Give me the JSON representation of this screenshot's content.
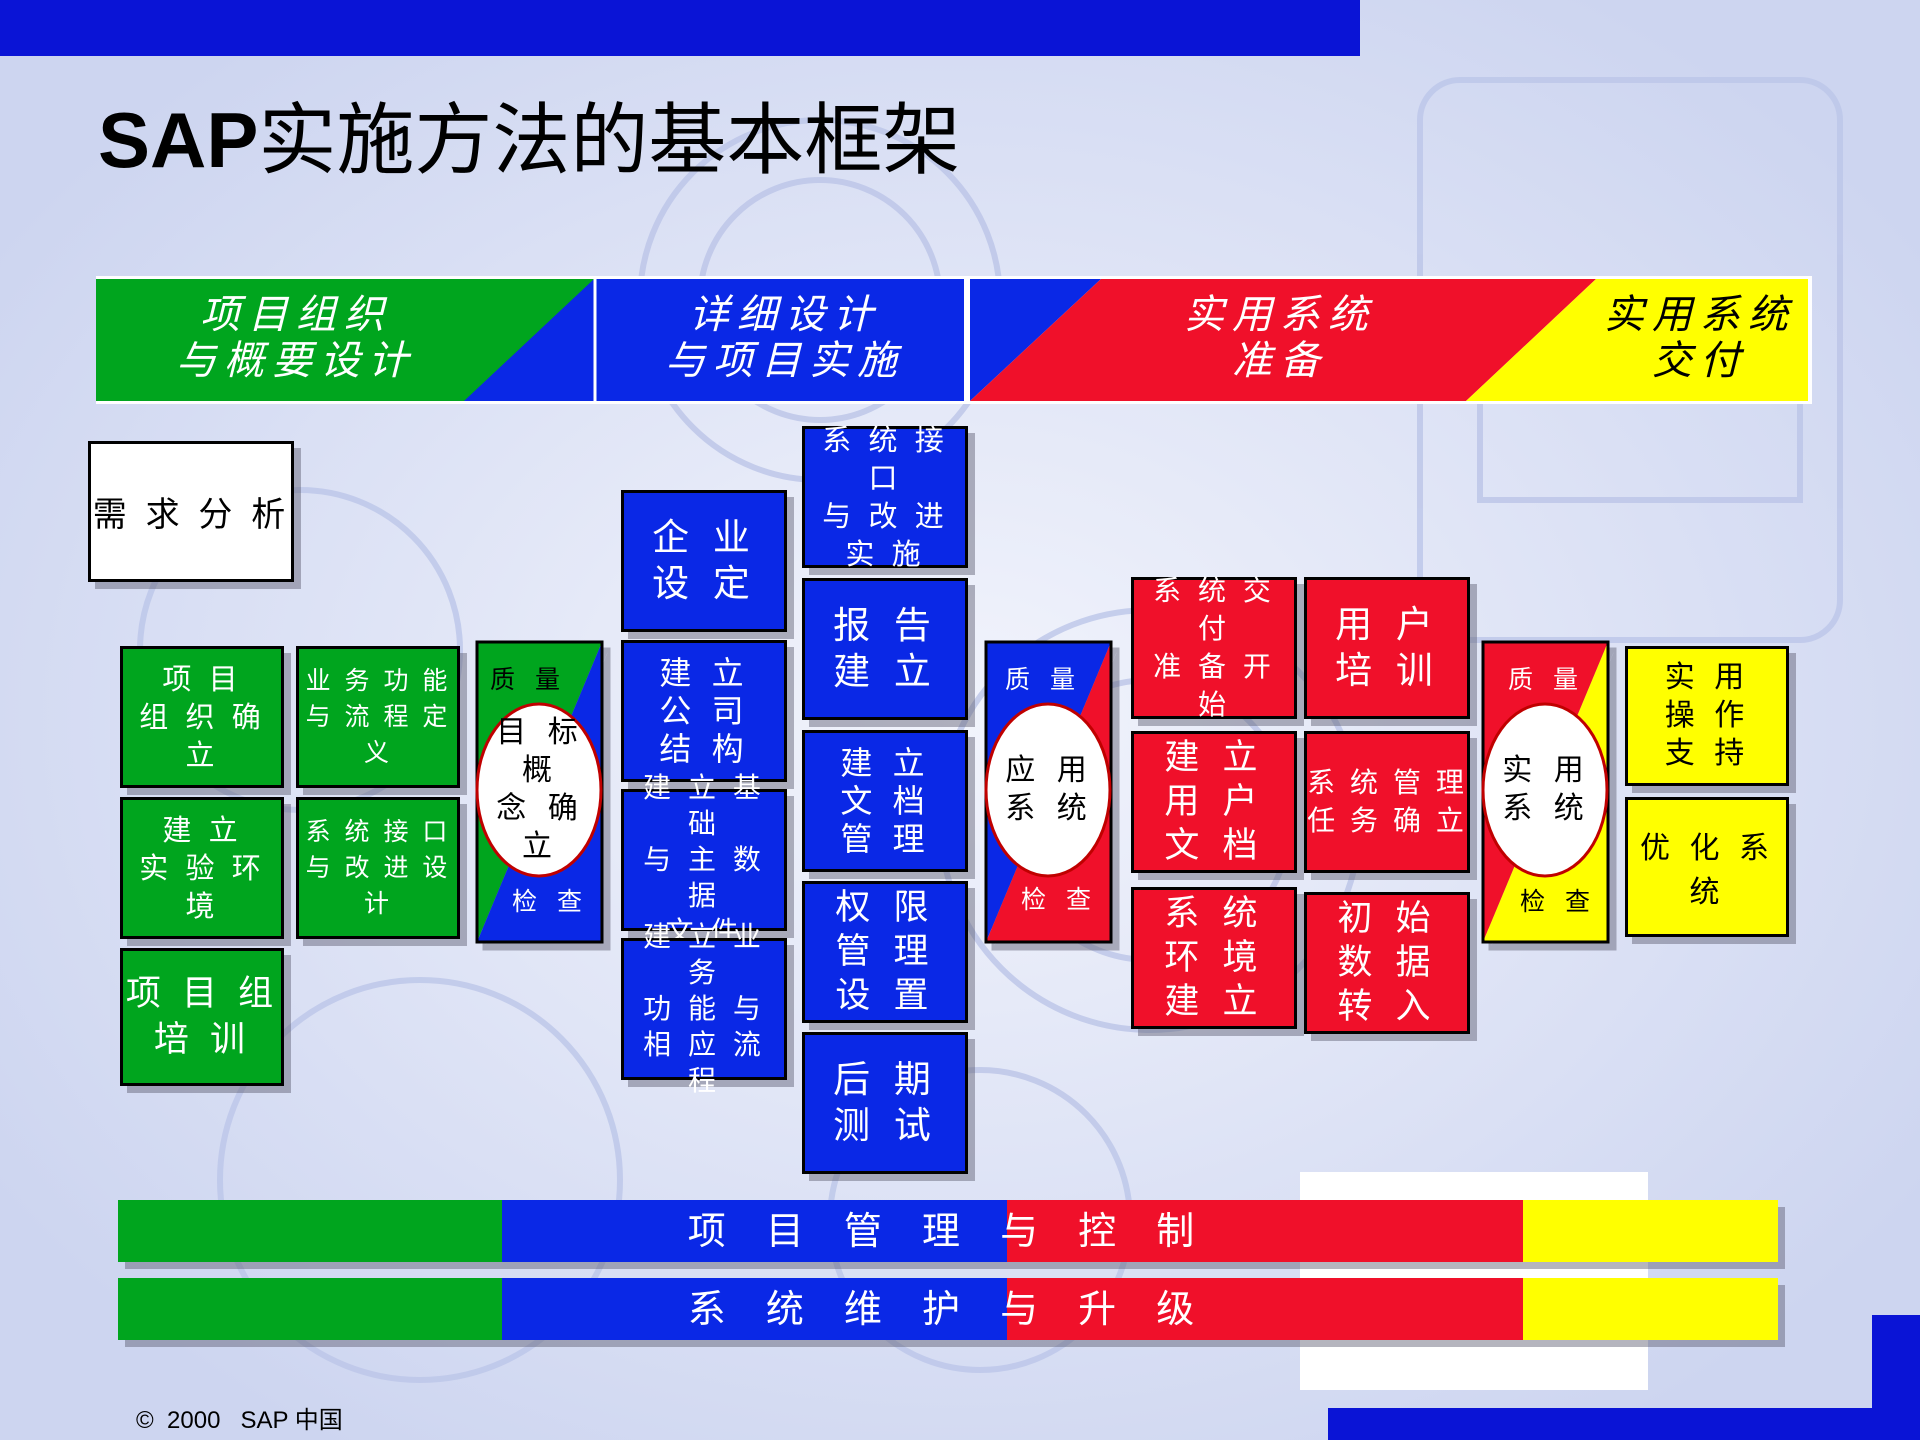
{
  "title_latin": "SAP",
  "title_cjk": "实施方法的基本框架",
  "phases": [
    {
      "label": "项目组织\n与概要设计"
    },
    {
      "label": "详细设计\n与项目实施"
    },
    {
      "label": "实用系统\n准备"
    },
    {
      "label": "实用系统\n交付"
    }
  ],
  "phase1": {
    "requirements": "需 求 分 析",
    "items": [
      "项 目\n组 织 确 立",
      "业 务 功 能\n与 流 程 定 义",
      "建 立\n实 验 环 境",
      "系 统 接 口\n与 改 进 设 计",
      "项 目 组\n培 训"
    ]
  },
  "phase2": {
    "col1": [
      "企 业\n设 定",
      "建 立\n公 司\n结 构",
      "建 立 基 础\n与 主 数 据\n文 件",
      "建 立 业 务\n功 能 与\n相 应 流 程"
    ],
    "col2": [
      "系 统 接 口\n与 改 进\n实 施",
      "报 告\n建 立",
      "建 立\n文 档\n管 理",
      "权 限\n管 理\n设 置",
      "后 期\n测 试"
    ]
  },
  "phase3": {
    "col1": [
      "系 统 交 付\n准 备 开 始",
      "建 立\n用 户\n文 档",
      "系 统\n环 境\n建 立"
    ],
    "col2": [
      "用 户\n培 训",
      "系 统 管 理\n任 务 确 立",
      "初 始\n数 据\n转 入"
    ]
  },
  "phase4": {
    "items": [
      "实 用\n操 作\n支 持",
      "优 化 系 统"
    ]
  },
  "quality_gates": [
    {
      "top": "质 量",
      "middle": "目 标 概\n念 确 立",
      "bottom": "检 查"
    },
    {
      "top": "质 量",
      "middle": "应 用\n系 统",
      "bottom": "检 查"
    },
    {
      "top": "质 量",
      "middle": "实 用\n系 统",
      "bottom": "检 查"
    }
  ],
  "bars": {
    "management": "项 目 管 理 与 控 制",
    "maintenance": "系 统 维 护 与 升 级"
  },
  "footer": {
    "copyright_symbol": "©",
    "year": "2000",
    "company": "SAP 中国"
  },
  "colors": {
    "green": "#00a51e",
    "blue": "#0a28e6",
    "red": "#f0102a",
    "yellow": "#ffff00",
    "banner_blue": "#0a14d6"
  }
}
